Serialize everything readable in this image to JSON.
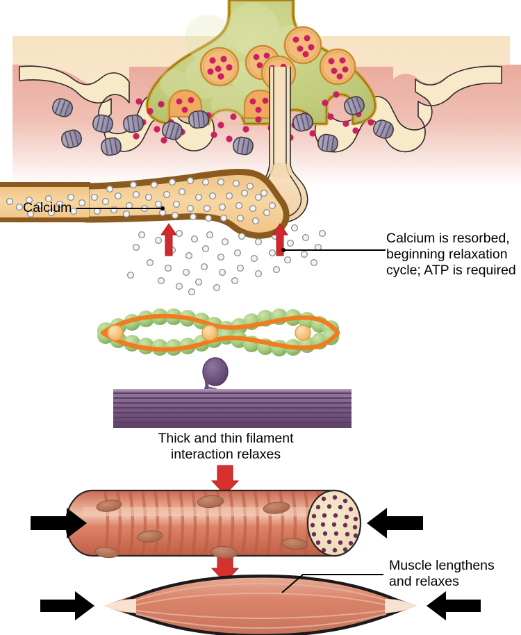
{
  "figure": {
    "title": "Muscle relaxation at the neuromuscular junction",
    "type": "biological-process-diagram"
  },
  "labels": {
    "calcium": "Calcium",
    "calcium_resorbed": "Calcium is resorbed,\nbeginning relaxation\ncycle; ATP is required",
    "filament_interaction": "Thick and thin filament\ninteraction relaxes",
    "muscle_lengthens": "Muscle lengthens\nand relaxes"
  },
  "stages": [
    {
      "name": "synaptic-terminal",
      "parts": [
        "axon-terminal",
        "synaptic-vesicles",
        "neurotransmitter",
        "synaptic-cleft",
        "motor-end-plate",
        "acetylcholine-receptors",
        "sarcolemma"
      ],
      "vesicle_count": 5,
      "docked_vesicle_count": 2,
      "receptor_count": 10
    },
    {
      "name": "t-tubule-sarcoplasmic-reticulum",
      "parts": [
        "t-tubule",
        "terminal-cisterna",
        "calcium-ions",
        "calcium-pump-arrow"
      ],
      "pump_arrow_count": 2,
      "ions_inside_sr": 62,
      "ions_in_sarcoplasm": 44
    },
    {
      "name": "thin-filament",
      "parts": [
        "actin",
        "tropomyosin",
        "troponin"
      ],
      "troponin_count": 3
    },
    {
      "name": "thick-filament",
      "parts": [
        "myosin-head",
        "myosin-tail",
        "thick-filament-body"
      ],
      "stripe_count": 9
    },
    {
      "name": "muscle-fiber",
      "parts": [
        "muscle-fiber-cylinder",
        "striations",
        "nuclei",
        "myofibril-cross-section"
      ],
      "nuclei_count": 7
    },
    {
      "name": "whole-muscle",
      "parts": [
        "muscle-belly",
        "tendon"
      ]
    }
  ],
  "colors": {
    "axon_terminal_fill": "#c3cd7e",
    "axon_terminal_stroke": "#d4a429",
    "vesicle_fill": "#f3bb79",
    "neurotransmitter": "#cc1e62",
    "sarcolemma_pink": "#e9a79b",
    "background_tan": "#f6e2c3",
    "end_plate_fill": "#f8e9c8",
    "receptor_fill": "#9a93ad",
    "sr_fill": "#f2c987",
    "sr_stroke": "#8a5a1e",
    "calcium_ion": "#f0f0ee",
    "pump_arrow_red": "#d1282e",
    "process_arrow_red": "#d6302f",
    "actin_green": "#9bc47f",
    "tropomyosin_orange": "#ef7d20",
    "troponin_orange": "#f6bd6a",
    "myosin_purple": "#7d5c86",
    "muscle_fiber_red": "#d9745a",
    "muscle_belly": "#d98b73",
    "black_arrow": "#000000"
  },
  "arrows": {
    "calcium_pump_direction": "up",
    "process_flow_direction": "down",
    "lengthening_direction": "outward-horizontal",
    "process_arrow_count": 2,
    "black_arrow_count": 4
  }
}
